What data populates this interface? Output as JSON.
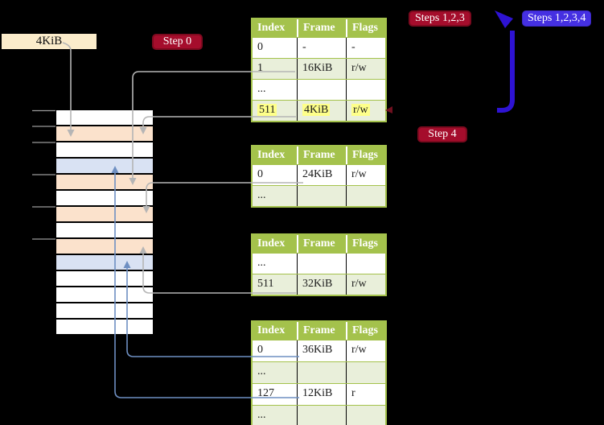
{
  "diagram": {
    "frame_label": {
      "text": "4KiB"
    },
    "badges": {
      "step0": "Step 0",
      "steps123": "Steps 1,2,3",
      "steps1234": "Steps 1,2,3,4",
      "step4": "Step 4"
    },
    "colors": {
      "badge_red": "#a50d2c",
      "badge_blue": "#4530e2",
      "recursive_arrow_blue": "#2e13d3",
      "connector_gray": "#b5b5b5",
      "connector_steelblue": "#6e8fc2",
      "table_header_green": "#a4c24c",
      "table_row_green": "#e9efda",
      "memory_peach": "#fbe2cc",
      "memory_blue": "#d9e2f3",
      "label_wheat": "#fbeccb",
      "highlight_yellow": "#feff8a"
    },
    "memory": {
      "rows": [
        {
          "color": "white"
        },
        {
          "color": "peach"
        },
        {
          "color": "white"
        },
        {
          "color": "blue"
        },
        {
          "color": "peach"
        },
        {
          "color": "white"
        },
        {
          "color": "peach"
        },
        {
          "color": "white"
        },
        {
          "color": "peach"
        },
        {
          "color": "blue"
        },
        {
          "color": "white"
        },
        {
          "color": "white"
        },
        {
          "color": "white"
        },
        {
          "color": "white"
        }
      ]
    },
    "tables": [
      {
        "headers": [
          "Index",
          "Frame",
          "Flags"
        ],
        "rows": [
          {
            "shade": "white",
            "cells": [
              "0",
              "-",
              "-"
            ]
          },
          {
            "shade": "green",
            "cells": [
              "1",
              "16KiB",
              "r/w"
            ]
          },
          {
            "shade": "white",
            "cells": [
              "...",
              "",
              ""
            ]
          },
          {
            "shade": "green",
            "cells": [
              "511",
              "4KiB",
              "r/w"
            ]
          }
        ]
      },
      {
        "headers": [
          "Index",
          "Frame",
          "Flags"
        ],
        "rows": [
          {
            "shade": "white",
            "cells": [
              "0",
              "24KiB",
              "r/w"
            ]
          },
          {
            "shade": "green",
            "cells": [
              "...",
              "",
              ""
            ]
          }
        ]
      },
      {
        "headers": [
          "Index",
          "Frame",
          "Flags"
        ],
        "rows": [
          {
            "shade": "white",
            "cells": [
              "...",
              "",
              ""
            ]
          },
          {
            "shade": "green",
            "cells": [
              "511",
              "32KiB",
              "r/w"
            ]
          }
        ]
      },
      {
        "headers": [
          "Index",
          "Frame",
          "Flags"
        ],
        "rows": [
          {
            "shade": "white",
            "cells": [
              "0",
              "36KiB",
              "r/w"
            ]
          },
          {
            "shade": "green",
            "cells": [
              "...",
              "",
              ""
            ]
          },
          {
            "shade": "white",
            "cells": [
              "127",
              "12KiB",
              "r"
            ]
          },
          {
            "shade": "green",
            "cells": [
              "...",
              "",
              ""
            ]
          }
        ]
      }
    ]
  }
}
